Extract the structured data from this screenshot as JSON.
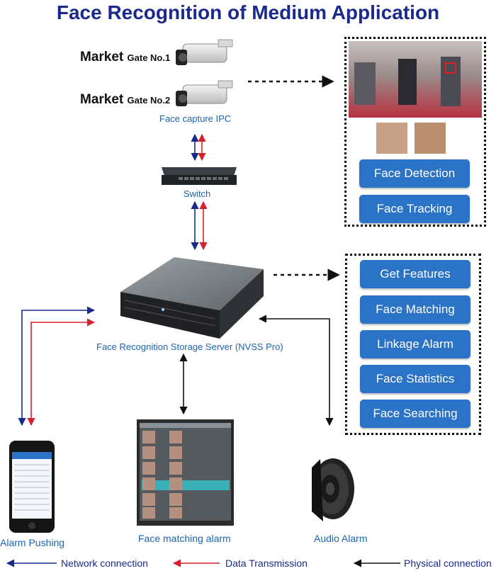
{
  "title": "Face Recognition of Medium Application",
  "cameras": [
    {
      "location": "Market",
      "gate": "Gate No.1"
    },
    {
      "location": "Market",
      "gate": "Gate No.2"
    }
  ],
  "capture_label": "Face capture IPC",
  "switch_label": "Switch",
  "server_label": "Face Recognition Storage Server (NVSS Pro)",
  "detection_features": [
    "Face Detection",
    "Face Tracking"
  ],
  "server_features": [
    "Get Features",
    "Face Matching",
    "Linkage Alarm",
    "Face Statistics",
    "Face Searching"
  ],
  "endpoints": {
    "alarm_pushing": "Alarm Pushing",
    "face_matching_alarm": "Face matching alarm",
    "audio_alarm": "Audio Alarm"
  },
  "legend": {
    "network": "Network connection",
    "data": "Data Transmission",
    "physical": "Physical connection"
  },
  "colors": {
    "network": "#1a2a8c",
    "data": "#d42030",
    "physical": "#111111",
    "button": "#2a73c7"
  }
}
